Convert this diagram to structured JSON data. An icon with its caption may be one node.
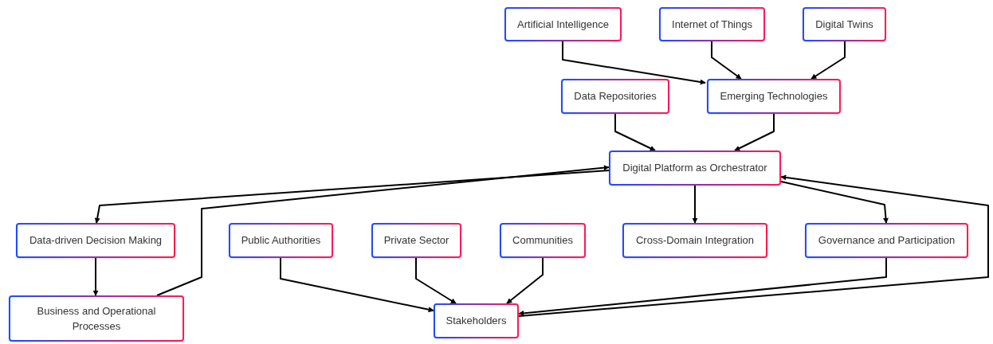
{
  "diagram": {
    "nodes": [
      {
        "text": [
          "Artificial Intelligence"
        ]
      },
      {
        "text": [
          "Internet of Things"
        ]
      },
      {
        "text": [
          "Digital Twins"
        ]
      },
      {
        "text": [
          "Data Repositories"
        ]
      },
      {
        "text": [
          "Emerging Technologies"
        ]
      },
      {
        "text": [
          "Digital Platform as Orchestrator"
        ]
      },
      {
        "text": [
          "Data-driven Decision Making"
        ]
      },
      {
        "text": [
          "Public Authorities"
        ]
      },
      {
        "text": [
          "Private Sector"
        ]
      },
      {
        "text": [
          "Communities"
        ]
      },
      {
        "text": [
          "Cross-Domain Integration"
        ]
      },
      {
        "text": [
          "Governance and Participation"
        ]
      },
      {
        "text": [
          "Business and Operational Processes"
        ]
      },
      {
        "text": [
          "Stakeholders"
        ]
      }
    ],
    "edges": [
      {
        "from": 0,
        "to": 4,
        "arrow": "to"
      },
      {
        "from": 1,
        "to": 4,
        "arrow": "to"
      },
      {
        "from": 2,
        "to": 4,
        "arrow": "to"
      },
      {
        "from": 3,
        "to": 5,
        "arrow": "to"
      },
      {
        "from": 4,
        "to": 5,
        "arrow": "to"
      },
      {
        "from": 5,
        "to": 6,
        "arrow": "to"
      },
      {
        "from": 6,
        "to": 12,
        "arrow": "to"
      },
      {
        "from": 12,
        "to": 5,
        "arrow": "to"
      },
      {
        "from": 5,
        "to": 10,
        "arrow": "to"
      },
      {
        "from": 5,
        "to": 11,
        "arrow": "to"
      },
      {
        "from": 7,
        "to": 13,
        "arrow": "to"
      },
      {
        "from": 8,
        "to": 13,
        "arrow": "to"
      },
      {
        "from": 9,
        "to": 13,
        "arrow": "to"
      },
      {
        "from": 11,
        "to": 13,
        "arrow": "to"
      },
      {
        "from": 13,
        "to": 5,
        "arrow": "to"
      }
    ]
  }
}
